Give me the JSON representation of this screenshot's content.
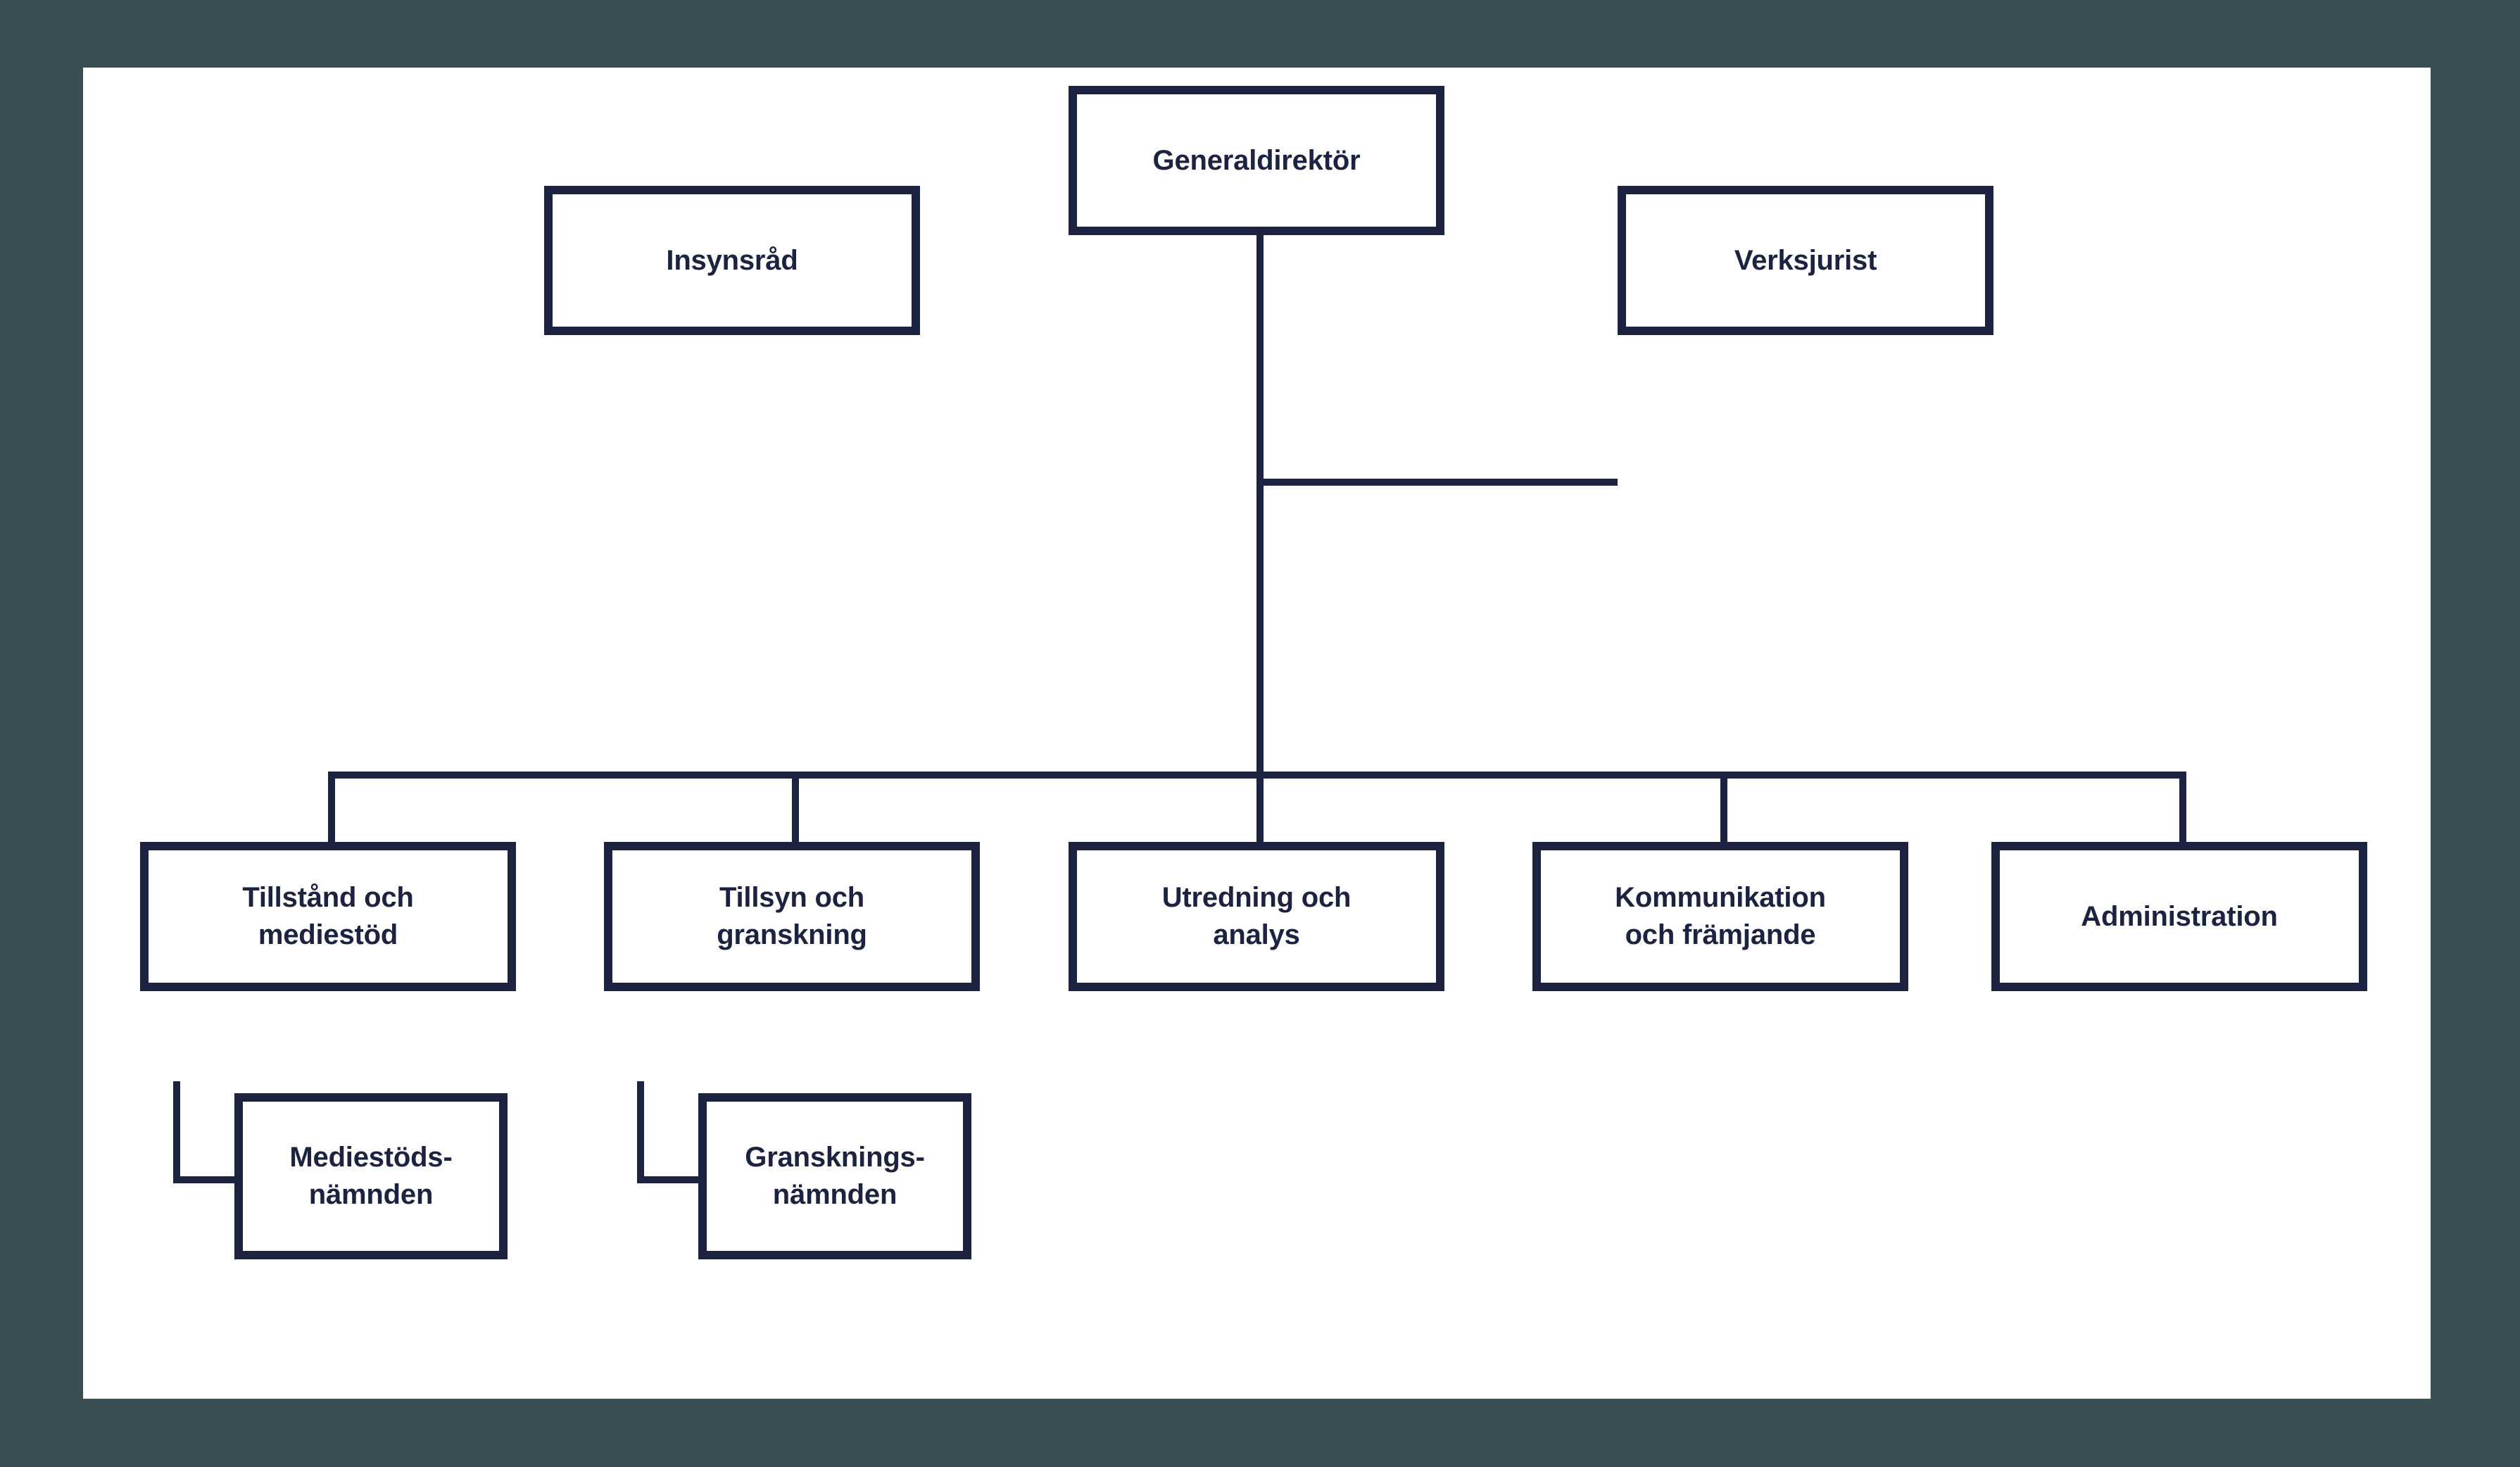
{
  "theme": {
    "frame_color": "#3a4e54",
    "canvas_color": "#ffffff",
    "box_border_color": "#1c2340",
    "box_fill_color": "#ffffff",
    "text_color": "#1c2340",
    "connector_color": "#1c2340"
  },
  "chart_data": {
    "type": "diagram",
    "diagram_type": "organizational-chart",
    "title": "",
    "language": "sv",
    "nodes": [
      {
        "id": "generaldirektor",
        "label": "Generaldirektör",
        "level": 0,
        "parent": null
      },
      {
        "id": "insynsrad",
        "label": "Insynsråd",
        "level": 1,
        "parent": null
      },
      {
        "id": "verksjurist",
        "label": "Verksjurist",
        "level": 1,
        "parent": "generaldirektor"
      },
      {
        "id": "tillstand",
        "label": "Tillstånd och\nmediestöd",
        "level": 2,
        "parent": "generaldirektor"
      },
      {
        "id": "tillsyn",
        "label": "Tillsyn och\ngranskning",
        "level": 2,
        "parent": "generaldirektor"
      },
      {
        "id": "utredning",
        "label": "Utredning och\nanalys",
        "level": 2,
        "parent": "generaldirektor"
      },
      {
        "id": "kommunikation",
        "label": "Kommunikation\noch främjande",
        "level": 2,
        "parent": "generaldirektor"
      },
      {
        "id": "administration",
        "label": "Administration",
        "level": 2,
        "parent": "generaldirektor"
      },
      {
        "id": "mediestodsnamnden",
        "label": "Mediestöds-\nnämnden",
        "level": 3,
        "parent": "tillstand"
      },
      {
        "id": "granskningsnamnden",
        "label": "Gransknings-\nnämnden",
        "level": 3,
        "parent": "tillsyn"
      }
    ],
    "edges": [
      {
        "from": "generaldirektor",
        "to": "verksjurist"
      },
      {
        "from": "generaldirektor",
        "to": "tillstand"
      },
      {
        "from": "generaldirektor",
        "to": "tillsyn"
      },
      {
        "from": "generaldirektor",
        "to": "utredning"
      },
      {
        "from": "generaldirektor",
        "to": "kommunikation"
      },
      {
        "from": "generaldirektor",
        "to": "administration"
      },
      {
        "from": "tillstand",
        "to": "mediestodsnamnden"
      },
      {
        "from": "tillsyn",
        "to": "granskningsnamnden"
      }
    ],
    "orphan_nodes": [
      "insynsrad"
    ]
  },
  "boxes": {
    "generaldirektor": {
      "label": "Generaldirektör"
    },
    "insynsrad": {
      "label": "Insynsråd"
    },
    "verksjurist": {
      "label": "Verksjurist"
    },
    "tillstand": {
      "label": "Tillstånd och\nmediestöd"
    },
    "tillsyn": {
      "label": "Tillsyn och\ngranskning"
    },
    "utredning": {
      "label": "Utredning och\nanalys"
    },
    "kommunikation": {
      "label": "Kommunikation\noch främjande"
    },
    "administration": {
      "label": "Administration"
    },
    "mediestodsnamnden": {
      "label": "Mediestöds-\nnämnden"
    },
    "granskningsnamnden": {
      "label": "Gransknings-\nnämnden"
    }
  }
}
